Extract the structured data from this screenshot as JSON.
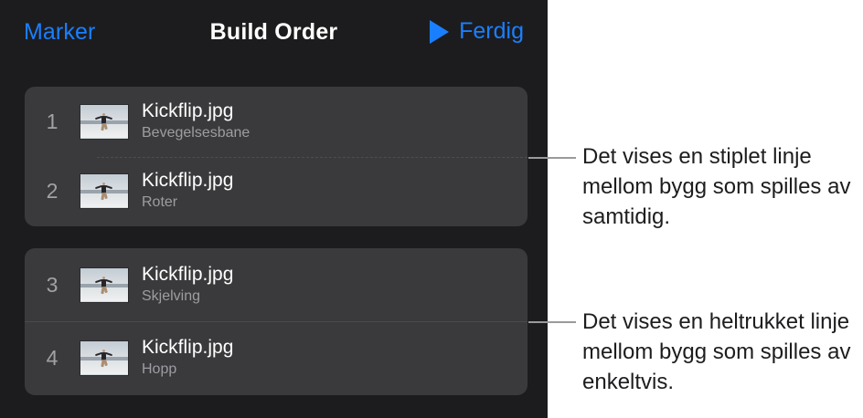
{
  "navbar": {
    "back_label": "Marker",
    "title": "Build Order",
    "play_icon": "play-triangle-icon",
    "done_label": "Ferdig"
  },
  "groups": [
    {
      "separator_style": "dashed",
      "rows": [
        {
          "index": "1",
          "title": "Kickflip.jpg",
          "subtitle": "Bevegelsesbane",
          "thumbnail": "photo-thumbnail-icon"
        },
        {
          "index": "2",
          "title": "Kickflip.jpg",
          "subtitle": "Roter",
          "thumbnail": "photo-thumbnail-icon"
        }
      ]
    },
    {
      "separator_style": "solid",
      "rows": [
        {
          "index": "3",
          "title": "Kickflip.jpg",
          "subtitle": "Skjelving",
          "thumbnail": "photo-thumbnail-icon"
        },
        {
          "index": "4",
          "title": "Kickflip.jpg",
          "subtitle": "Hopp",
          "thumbnail": "photo-thumbnail-icon"
        }
      ]
    }
  ],
  "callouts": [
    {
      "text": "Det vises en stiplet linje mellom bygg som spilles av samtidig."
    },
    {
      "text": "Det vises en heltrukket linje mellom bygg som spilles av enkeltvis."
    }
  ],
  "colors": {
    "panel_background": "#1c1c1e",
    "card_background": "#3a3a3c",
    "accent_blue": "#1a7fff",
    "title_text": "#ffffff",
    "subtitle_text": "#9d9da2",
    "index_text": "#a1a1a6",
    "separator_dashed": "#4d4d50",
    "separator_solid": "#4a4a4d",
    "leader_line": "#9a9a9a",
    "callout_text": "#1d1d1f",
    "page_background": "#ffffff"
  }
}
